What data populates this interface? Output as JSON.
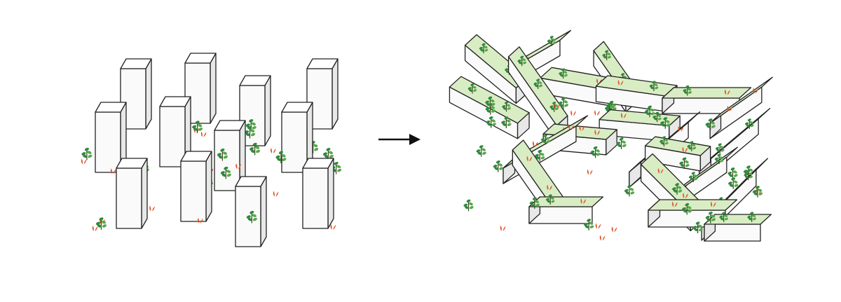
{
  "diagram": {
    "type": "before-after-transformation",
    "panels": [
      {
        "id": "before",
        "subject": "isolated-point-towers",
        "building_count": 12,
        "roof": "plain"
      },
      {
        "id": "after",
        "subject": "stacked-linear-blocks-with-green-roofs",
        "roof": "green"
      }
    ],
    "connector": {
      "icon": "arrow-right-icon"
    },
    "colors": {
      "background": "#ffffff",
      "facade_light": "#fafafa",
      "facade_side": "#e8e8e8",
      "outline": "#222222",
      "green_roof": "#d9edc4",
      "tree_foliage": "#2f8a3c",
      "tree_foliage_light": "#56a84a",
      "tree_trunk": "#4a3b2a",
      "red_shrub": "#e0542b",
      "arrow": "#111111"
    }
  }
}
